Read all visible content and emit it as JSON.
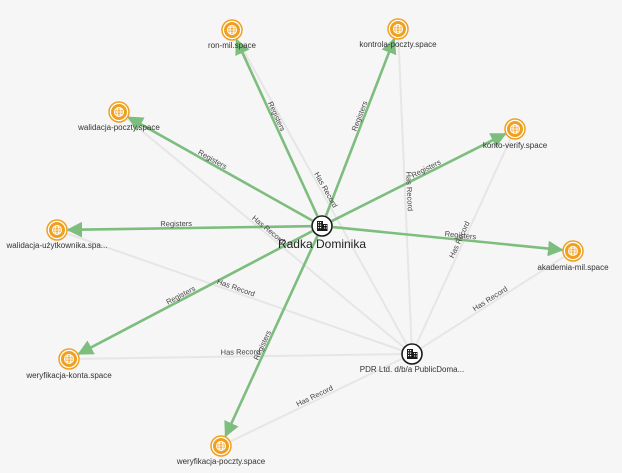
{
  "graph": {
    "nodes": [
      {
        "id": "radka",
        "label": "Radka Dominika",
        "kind": "organization",
        "icon": "building-icon"
      },
      {
        "id": "pdr",
        "label": "PDR Ltd. d/b/a PublicDoma...",
        "kind": "organization",
        "icon": "building-icon"
      },
      {
        "id": "ron",
        "label": "ron-mil.space",
        "kind": "domain",
        "icon": "globe-icon"
      },
      {
        "id": "kontrola",
        "label": "kontrola-poczty.space",
        "kind": "domain",
        "icon": "globe-icon"
      },
      {
        "id": "walidacja_p",
        "label": "walidacja-poczty.space",
        "kind": "domain",
        "icon": "globe-icon"
      },
      {
        "id": "konto",
        "label": "konto-verify.space",
        "kind": "domain",
        "icon": "globe-icon"
      },
      {
        "id": "walidacja_u",
        "label": "walidacja-użytkownika.spa...",
        "kind": "domain",
        "icon": "globe-icon"
      },
      {
        "id": "akademia",
        "label": "akademia-mil.space",
        "kind": "domain",
        "icon": "globe-icon"
      },
      {
        "id": "weryf_konta",
        "label": "weryfikacja-konta.space",
        "kind": "domain",
        "icon": "globe-icon"
      },
      {
        "id": "weryf_poczty",
        "label": "weryfikacja-poczty.space",
        "kind": "domain",
        "icon": "globe-icon"
      }
    ],
    "edges": [
      {
        "from": "radka",
        "to": "ron",
        "label": "Registers",
        "type": "registers"
      },
      {
        "from": "radka",
        "to": "kontrola",
        "label": "Registers",
        "type": "registers"
      },
      {
        "from": "radka",
        "to": "walidacja_p",
        "label": "Registers",
        "type": "registers"
      },
      {
        "from": "radka",
        "to": "konto",
        "label": "Registers",
        "type": "registers"
      },
      {
        "from": "radka",
        "to": "walidacja_u",
        "label": "Registers",
        "type": "registers"
      },
      {
        "from": "radka",
        "to": "akademia",
        "label": "Registers",
        "type": "registers"
      },
      {
        "from": "radka",
        "to": "weryf_konta",
        "label": "Registers",
        "type": "registers"
      },
      {
        "from": "radka",
        "to": "weryf_poczty",
        "label": "Registers",
        "type": "registers"
      },
      {
        "from": "pdr",
        "to": "ron",
        "label": "Has Record",
        "type": "has_record"
      },
      {
        "from": "pdr",
        "to": "kontrola",
        "label": "Has Record",
        "type": "has_record"
      },
      {
        "from": "pdr",
        "to": "walidacja_p",
        "label": "Has Record",
        "type": "has_record"
      },
      {
        "from": "pdr",
        "to": "konto",
        "label": "Has Record",
        "type": "has_record"
      },
      {
        "from": "pdr",
        "to": "walidacja_u",
        "label": "Has Record",
        "type": "has_record"
      },
      {
        "from": "pdr",
        "to": "akademia",
        "label": "Has Record",
        "type": "has_record"
      },
      {
        "from": "pdr",
        "to": "weryf_konta",
        "label": "Has Record",
        "type": "has_record"
      },
      {
        "from": "pdr",
        "to": "weryf_poczty",
        "label": "Has Record",
        "type": "has_record"
      }
    ]
  },
  "colors": {
    "background": "#f6f6f6",
    "registers_edge": "#7dbd7d",
    "has_record_edge": "#e6e6e6",
    "domain_node": "#f0a020",
    "organization_node": "#1a1a1a"
  }
}
